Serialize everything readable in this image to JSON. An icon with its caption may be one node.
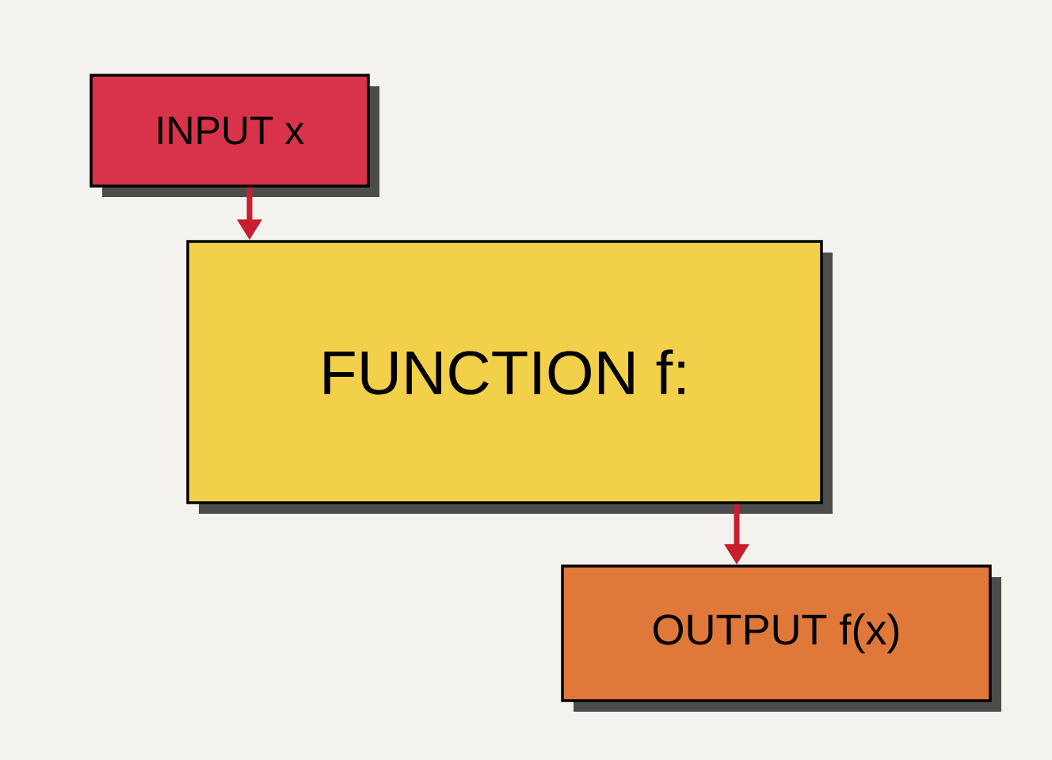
{
  "diagram": {
    "nodes": [
      {
        "text": [
          "INPUT x"
        ]
      },
      {
        "text": [
          "FUNCTION f:"
        ]
      },
      {
        "text": [
          "OUTPUT f(x)"
        ]
      }
    ],
    "edges": [
      {
        "from": 0,
        "to": 1,
        "arrow": "to"
      },
      {
        "from": 1,
        "to": 2,
        "arrow": "to"
      }
    ]
  }
}
